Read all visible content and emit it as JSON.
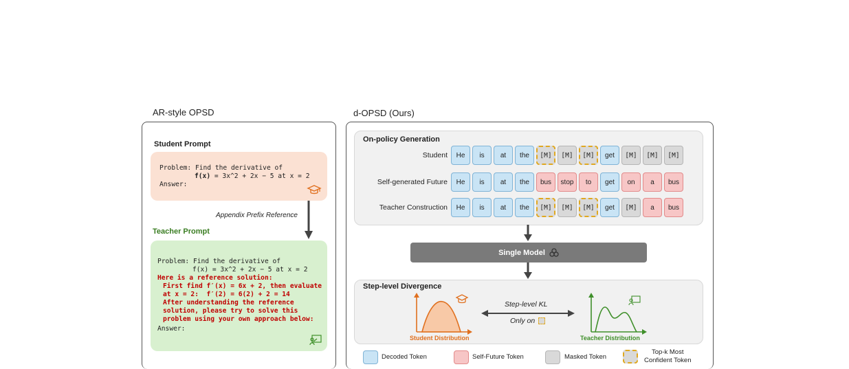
{
  "left": {
    "title": "AR-style OPSD",
    "student_prompt_label": "Student Prompt",
    "student_code": [
      "Problem: Find the derivative of",
      "f(x) = 3x^2 + 2x − 5 at x = 2",
      "Answer:"
    ],
    "arrow_label": "Appendix Prefix Reference",
    "teacher_prompt_label": "Teacher Prompt",
    "teacher_code_plain": [
      "Problem: Find the derivative of",
      "f(x) = 3x^2 + 2x − 5 at x = 2"
    ],
    "teacher_code_red": [
      "Here is a reference solution:",
      "First find f′(x) = 6x + 2, then evaluate",
      "at x = 2:  f′(2) = 6(2) + 2 = 14",
      "After understanding the reference",
      "solution, please try to solve this",
      "problem using your own approach below:"
    ],
    "teacher_answer": "Answer:"
  },
  "right": {
    "title": "d-OPSD (Ours)",
    "generation_title": "On-policy Generation",
    "rows": [
      {
        "label": "Student",
        "tokens": [
          {
            "t": "He",
            "k": "decoded"
          },
          {
            "t": "is",
            "k": "decoded"
          },
          {
            "t": "at",
            "k": "decoded"
          },
          {
            "t": "the",
            "k": "decoded"
          },
          {
            "t": "[M]",
            "k": "topk"
          },
          {
            "t": "[M]",
            "k": "masked"
          },
          {
            "t": "[M]",
            "k": "topk"
          },
          {
            "t": "get",
            "k": "decoded"
          },
          {
            "t": "[M]",
            "k": "masked"
          },
          {
            "t": "[M]",
            "k": "masked"
          },
          {
            "t": "[M]",
            "k": "masked"
          }
        ]
      },
      {
        "label": "Self-generated Future",
        "tokens": [
          {
            "t": "He",
            "k": "decoded"
          },
          {
            "t": "is",
            "k": "decoded"
          },
          {
            "t": "at",
            "k": "decoded"
          },
          {
            "t": "the",
            "k": "decoded"
          },
          {
            "t": "bus",
            "k": "future"
          },
          {
            "t": "stop",
            "k": "future"
          },
          {
            "t": "to",
            "k": "future"
          },
          {
            "t": "get",
            "k": "decoded"
          },
          {
            "t": "on",
            "k": "future"
          },
          {
            "t": "a",
            "k": "future"
          },
          {
            "t": "bus",
            "k": "future"
          }
        ]
      },
      {
        "label": "Teacher Construction",
        "tokens": [
          {
            "t": "He",
            "k": "decoded"
          },
          {
            "t": "is",
            "k": "decoded"
          },
          {
            "t": "at",
            "k": "decoded"
          },
          {
            "t": "the",
            "k": "decoded"
          },
          {
            "t": "[M]",
            "k": "topk"
          },
          {
            "t": "[M]",
            "k": "masked"
          },
          {
            "t": "[M]",
            "k": "topk"
          },
          {
            "t": "get",
            "k": "decoded"
          },
          {
            "t": "[M]",
            "k": "masked"
          },
          {
            "t": "a",
            "k": "future"
          },
          {
            "t": "bus",
            "k": "future"
          }
        ]
      }
    ],
    "model_label": "Single Model",
    "divergence_title": "Step-level Divergence",
    "kl_label": "Step-level KL",
    "only_on_label": "Only on",
    "student_dist_label": "Student Distribution",
    "teacher_dist_label": "Teacher Distribution"
  },
  "legend": {
    "decoded": "Decoded Token",
    "future": "Self-Future Token",
    "masked": "Masked Token",
    "topk_line1": "Top-k Most",
    "topk_line2": "Confident Token"
  },
  "colors": {
    "student_orange": "#e0701f",
    "teacher_green": "#3f8f2a",
    "teacher_label": "#3a7d22",
    "model_bar": "#7a7a7a",
    "topk_border": "#e0a820"
  }
}
